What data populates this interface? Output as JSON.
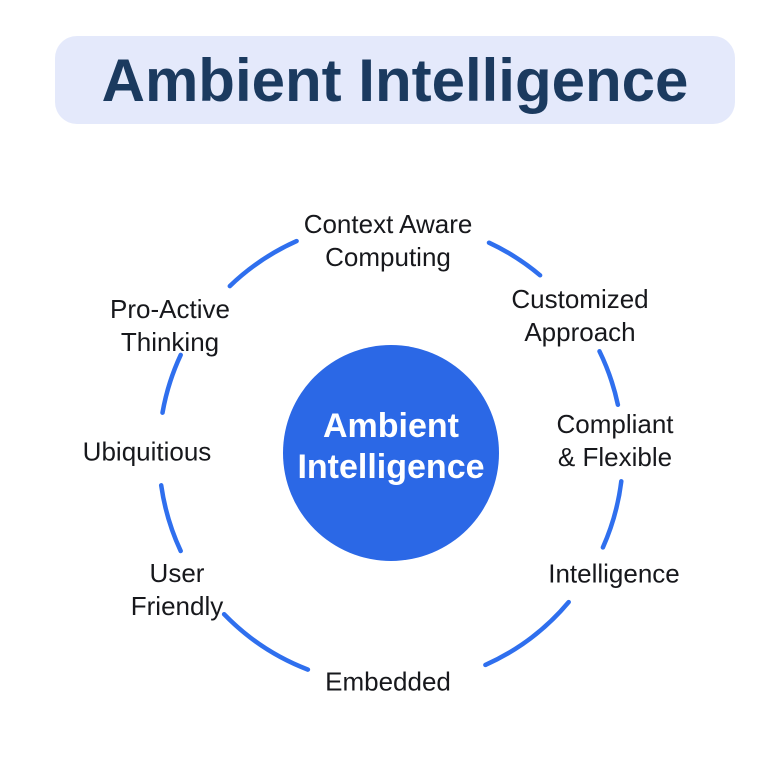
{
  "title": {
    "text": "Ambient Intelligence"
  },
  "colors": {
    "banner_bg": "#e4e9fb",
    "title_text": "#1b3a5f",
    "circle_fill": "#2b68e6",
    "arc_stroke": "#2f6fee",
    "label_text": "#17181c",
    "center_text": "#ffffff",
    "page_bg": "#ffffff"
  },
  "diagram": {
    "center": {
      "label": "Ambient Intelligence"
    },
    "nodes": [
      {
        "id": "context-aware-computing",
        "label": "Context Aware\nComputing"
      },
      {
        "id": "customized-approach",
        "label": "Customized\nApproach"
      },
      {
        "id": "compliant-flexible",
        "label": "Compliant\n& Flexible"
      },
      {
        "id": "intelligence",
        "label": "Intelligence"
      },
      {
        "id": "embedded",
        "label": "Embedded"
      },
      {
        "id": "user-friendly",
        "label": "User\nFriendly"
      },
      {
        "id": "ubiquitious",
        "label": "Ubiquitious"
      },
      {
        "id": "pro-active-thinking",
        "label": "Pro-Active\nThinking"
      }
    ]
  }
}
